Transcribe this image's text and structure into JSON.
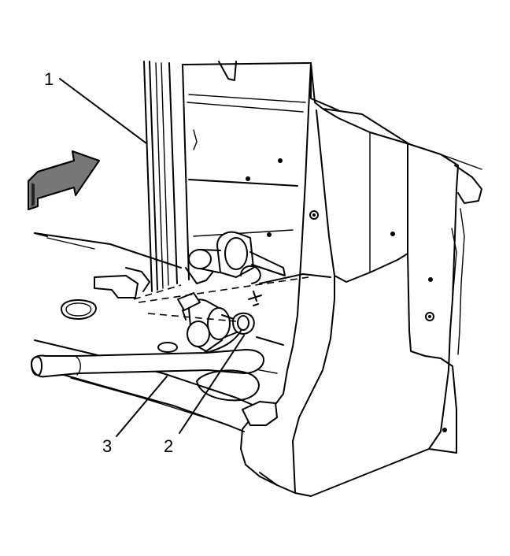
{
  "callouts": [
    {
      "id": "1",
      "label": "1"
    },
    {
      "id": "2",
      "label": "2"
    },
    {
      "id": "3",
      "label": "3"
    }
  ],
  "icons": {
    "direction_arrow": "forward-direction-arrow-icon"
  },
  "colors": {
    "line": "#000000",
    "background": "#ffffff",
    "arrow_fill": "#666666"
  }
}
